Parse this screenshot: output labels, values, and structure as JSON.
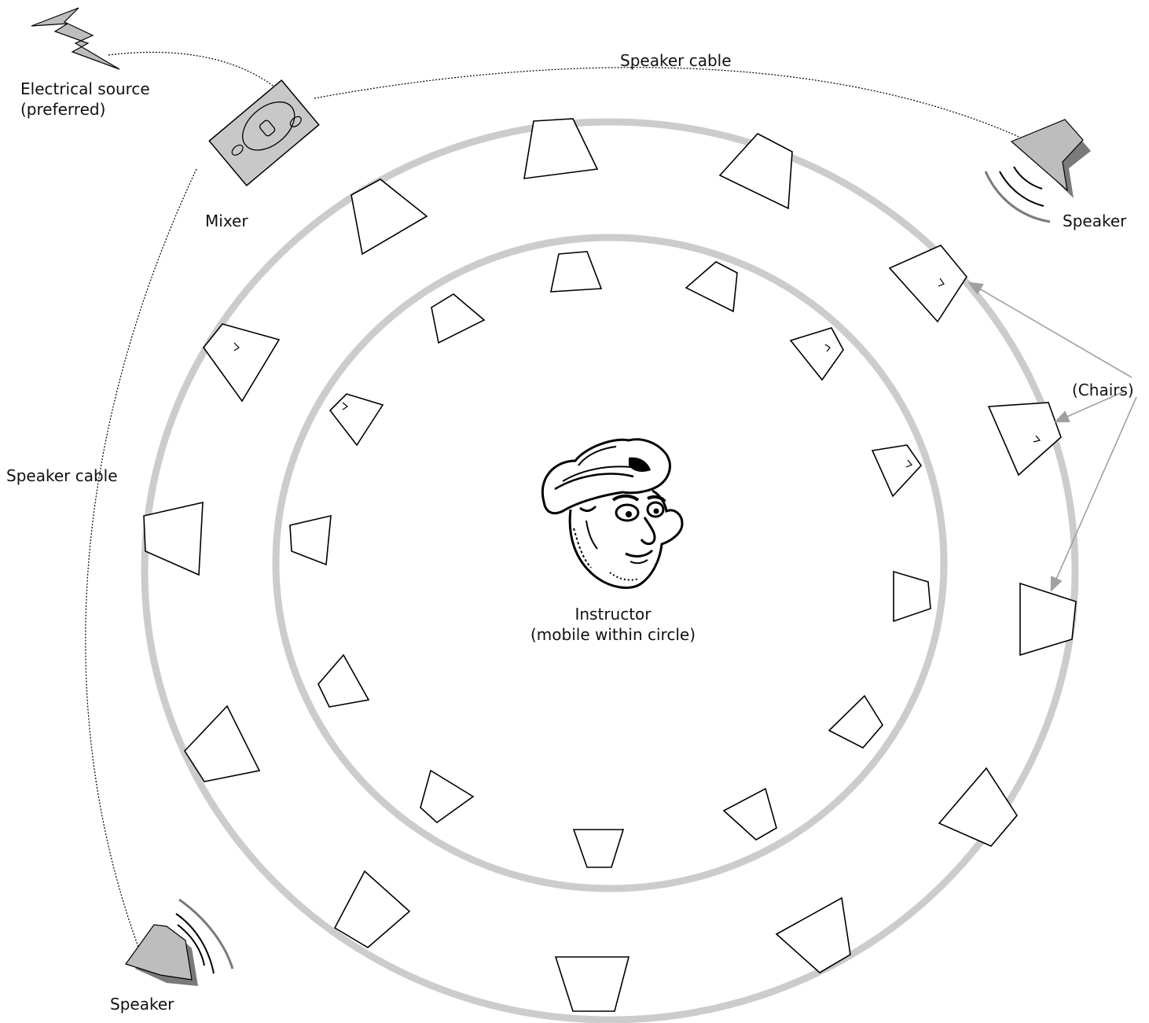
{
  "labels": {
    "electrical_line1": "Electrical source",
    "electrical_line2": "(preferred)",
    "speaker_cable_top": "Speaker cable",
    "speaker_cable_left": "Speaker cable",
    "mixer": "Mixer",
    "speaker_top_right": "Speaker",
    "speaker_bottom_left": "Speaker",
    "chairs": "(Chairs)",
    "instructor_line1": "Instructor",
    "instructor_line2": "(mobile within circle)"
  },
  "colors": {
    "ring": "#cccccc",
    "mixer_fill": "#c8c8c8",
    "speaker_fill": "#bdbdbd",
    "speaker_shadow": "#7a7a7a",
    "arrow": "#a0a0a0",
    "outline": "#000000"
  },
  "icons": [
    "lightning-bolt-icon",
    "mixer-icon",
    "speaker-icon",
    "instructor-face-icon"
  ]
}
